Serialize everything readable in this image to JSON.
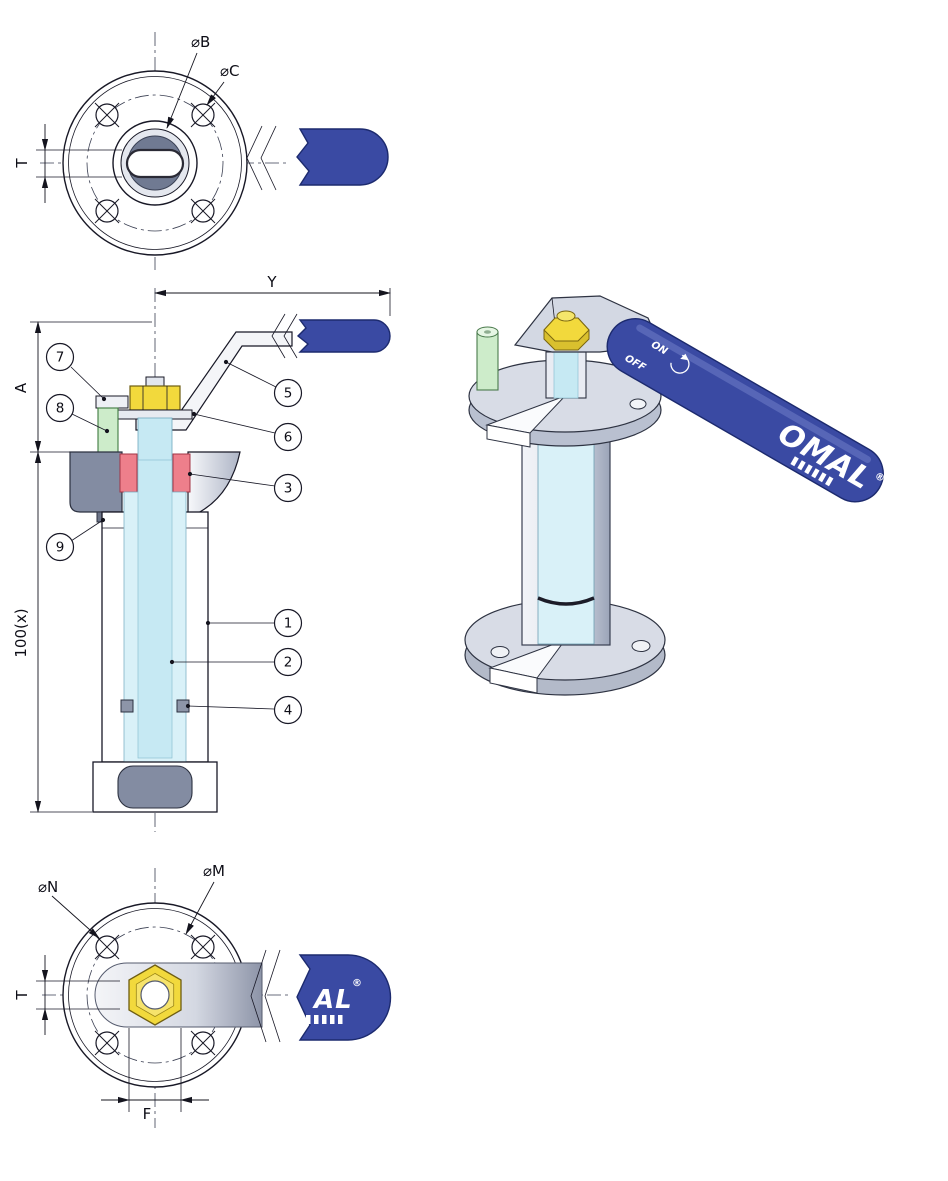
{
  "colors": {
    "handle_blue": "#3a4aa3",
    "handle_edge": "#1c2a6e",
    "seal_red": "#ee7f8b",
    "bore_cyan": "#d9f1f8",
    "stem_cyan": "#c6e9f3",
    "nut_yellow": "#f2d93c",
    "gland_green": "#cdecca",
    "steel_dark": "#838ca2",
    "steel_light": "#d8dce6"
  },
  "top_view": {
    "label_b": "⌀B",
    "label_c": "⌀C",
    "label_t": "T"
  },
  "section_view": {
    "label_y": "Y",
    "label_a": "A",
    "label_height": "100(x)",
    "callouts": [
      "1",
      "2",
      "3",
      "4",
      "5",
      "6",
      "7",
      "8",
      "9"
    ]
  },
  "iso_view": {
    "brand": "OMAL",
    "registered": "®",
    "on_label": "ON",
    "off_label": "OFF"
  },
  "bottom_view": {
    "label_n": "⌀N",
    "label_m": "⌀M",
    "label_t": "T",
    "label_f": "F",
    "brand_partial": "AL",
    "registered": "®"
  }
}
